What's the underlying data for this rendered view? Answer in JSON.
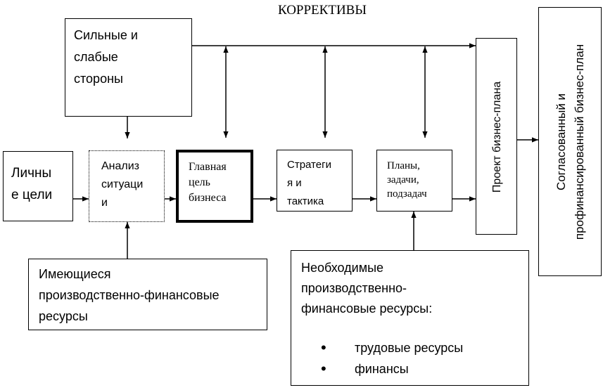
{
  "header": {
    "title": "КОРРЕКТИВЫ"
  },
  "boxes": {
    "strengths": "Сильные и\nслабые\nстороны",
    "personal_goals": "Личны\nе цели",
    "analysis": "Анализ\nситуаци\nи",
    "main_goal": "Главная\nцель\nбизнеса",
    "strategy": "Стратеги\nя и\nтактика",
    "plans": "Планы,\nзадачи,\nподзадач",
    "project": "Проект бизнес-плана",
    "agreed": "Согласованный и\nпрофинансированный бизнес-план",
    "existing_resources": "Имеющиеся\nпроизводственно-финансовые\nресурсы",
    "needed_resources": {
      "title": "Необходимые\nпроизводственно-\nфинансовые ресурсы:",
      "items": [
        "трудовые ресурсы",
        "финансы"
      ]
    }
  }
}
